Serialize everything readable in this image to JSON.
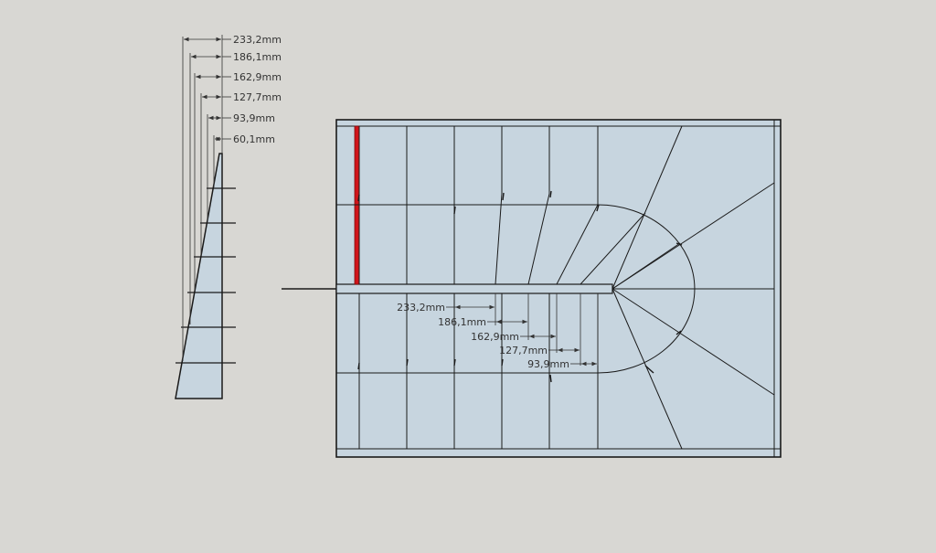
{
  "side_view": {
    "dimensions": [
      "233,2mm",
      "186,1mm",
      "162,9mm",
      "127,7mm",
      "93,9mm",
      "60,1mm"
    ]
  },
  "plan_view": {
    "dimensions": [
      "233,2mm",
      "186,1mm",
      "162,9mm",
      "127,7mm",
      "93,9mm"
    ]
  },
  "colors": {
    "background": "#d8d7d3",
    "fill": "#c7d5df",
    "line": "#1a1a1a",
    "highlight": "#d0141a"
  }
}
